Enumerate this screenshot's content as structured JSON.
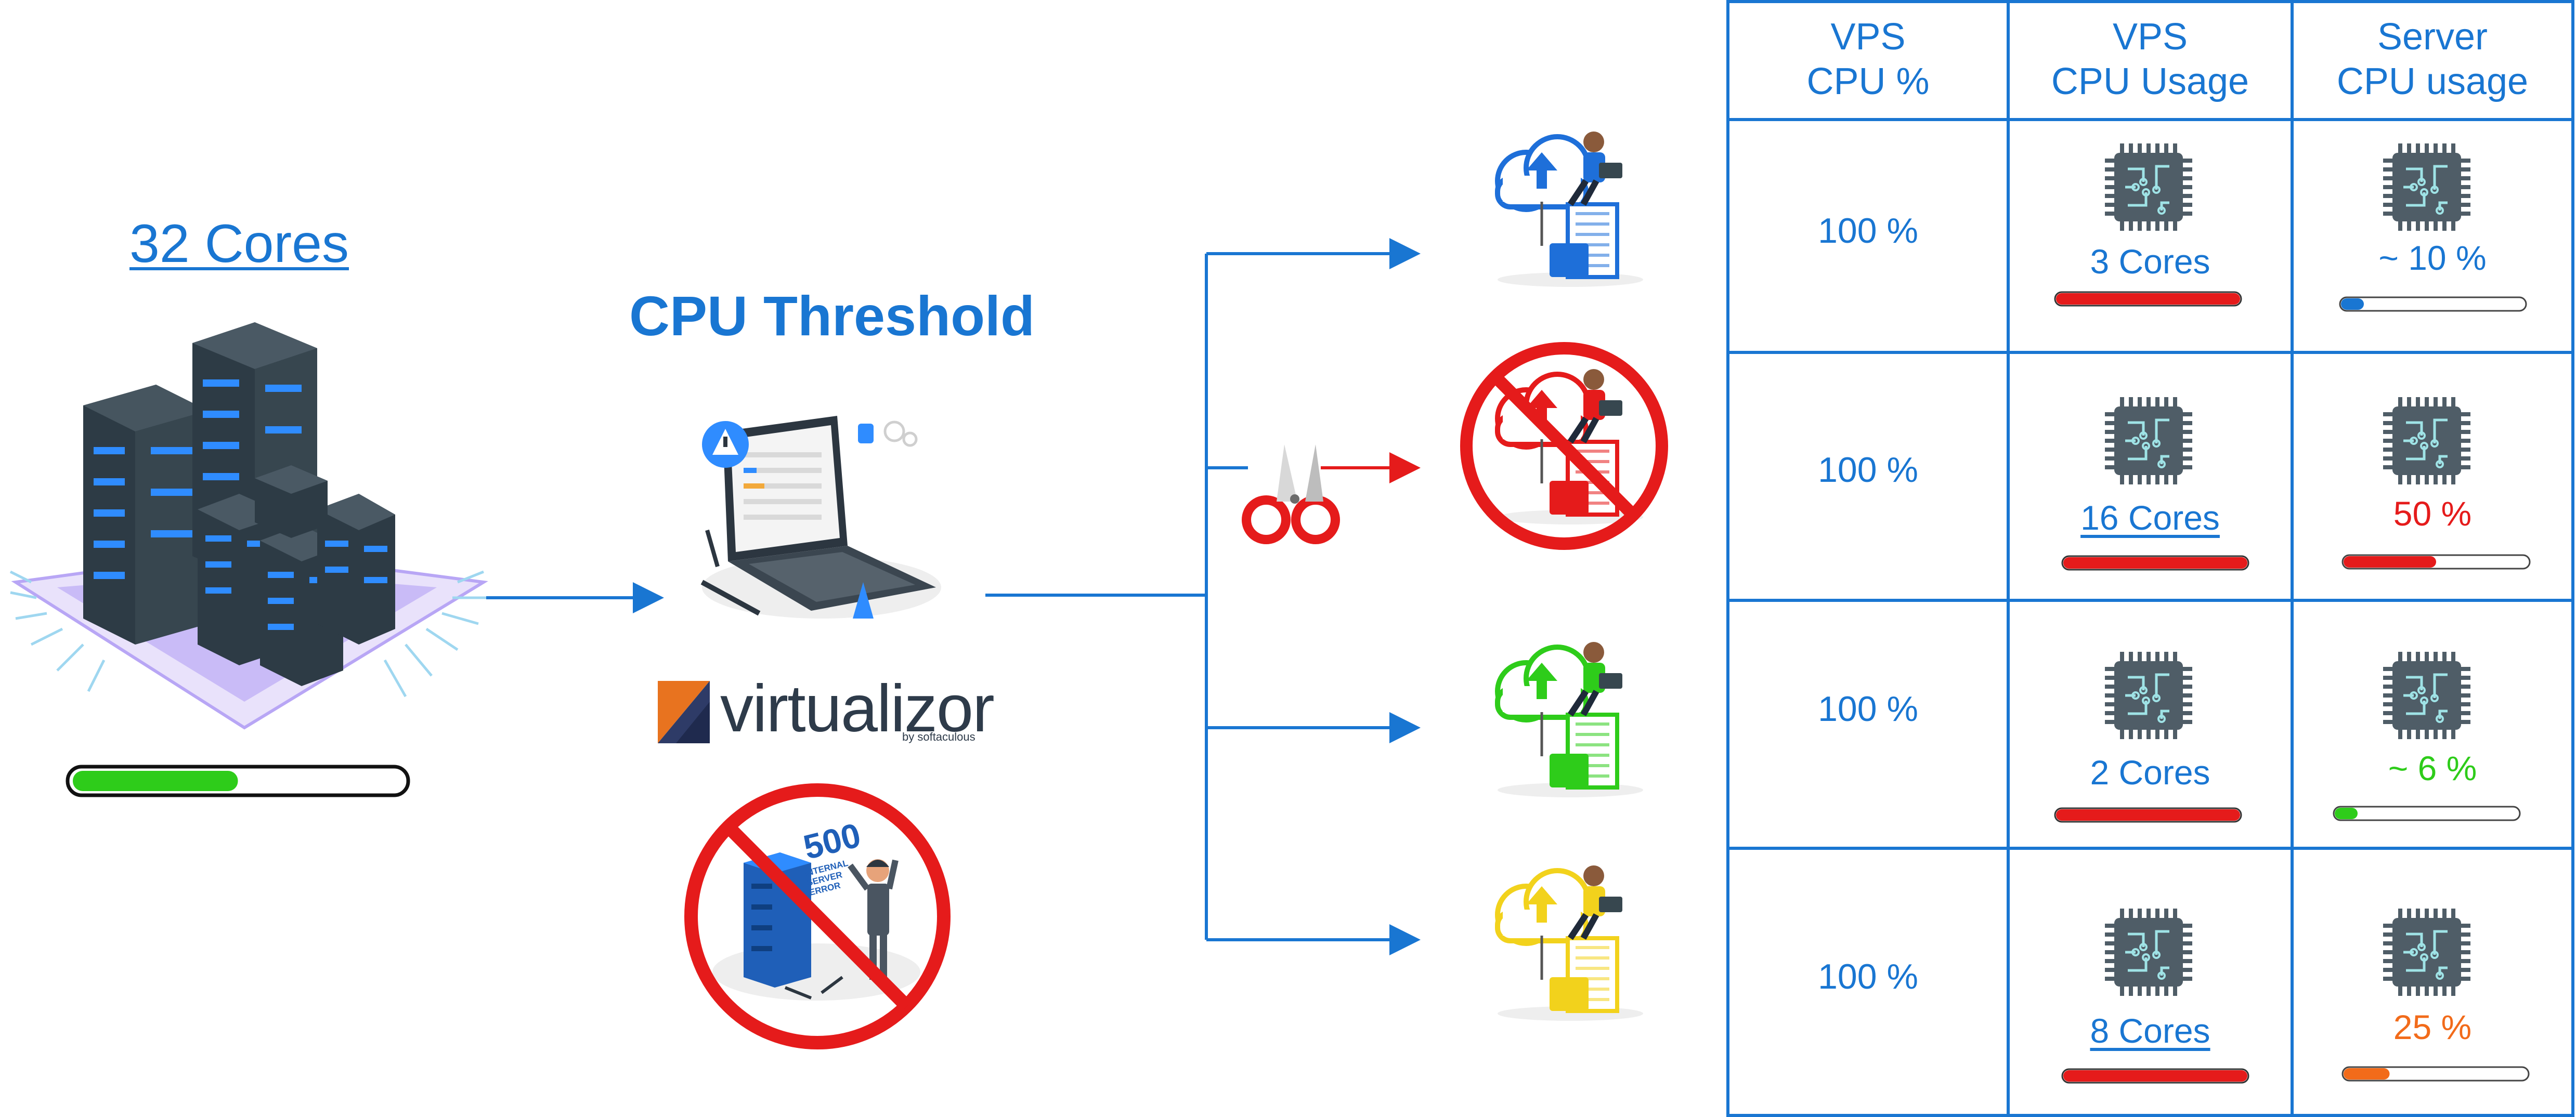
{
  "server": {
    "title": "32 Cores",
    "usage_fraction": 0.5
  },
  "threshold": {
    "title": "CPU Threshold"
  },
  "logo": {
    "name": "virtualizor",
    "tagline": "by softaculous"
  },
  "error_illustration": {
    "code": "500",
    "caption": "INTERNAL SERVER ERROR"
  },
  "colors": {
    "accent": "#1976d2",
    "blocked": "#e51b1b",
    "green": "#2ecc1a",
    "yellow": "#f2d21c",
    "orange": "#f26b1a",
    "chip": "#4f5d67"
  },
  "table": {
    "headers": [
      {
        "line1": "VPS",
        "line2": "CPU %"
      },
      {
        "line1": "VPS",
        "line2": "CPU Usage"
      },
      {
        "line1": "Server",
        "line2": "CPU usage"
      }
    ],
    "rows": [
      {
        "vps_cpu_percent": "100 %",
        "vps_cores": "3 Cores",
        "vps_cores_underlined": false,
        "vps_usage_fraction": 1.0,
        "server_usage": "~ 10 %",
        "server_usage_fraction": 0.1,
        "server_color": "#1976d2",
        "vps_theme": "#1e6fd9"
      },
      {
        "vps_cpu_percent": "100 %",
        "vps_cores": "16 Cores",
        "vps_cores_underlined": true,
        "vps_usage_fraction": 1.0,
        "server_usage": "50 %",
        "server_usage_fraction": 0.5,
        "server_color": "#e51b1b",
        "vps_theme": "#e51b1b"
      },
      {
        "vps_cpu_percent": "100 %",
        "vps_cores": "2 Cores",
        "vps_cores_underlined": false,
        "vps_usage_fraction": 1.0,
        "server_usage": "~ 6 %",
        "server_usage_fraction": 0.06,
        "server_color": "#2ecc1a",
        "vps_theme": "#2ecc1a"
      },
      {
        "vps_cpu_percent": "100 %",
        "vps_cores": "8 Cores",
        "vps_cores_underlined": true,
        "vps_usage_fraction": 1.0,
        "server_usage": "25 %",
        "server_usage_fraction": 0.25,
        "server_color": "#f26b1a",
        "vps_theme": "#f2d21c"
      }
    ]
  }
}
